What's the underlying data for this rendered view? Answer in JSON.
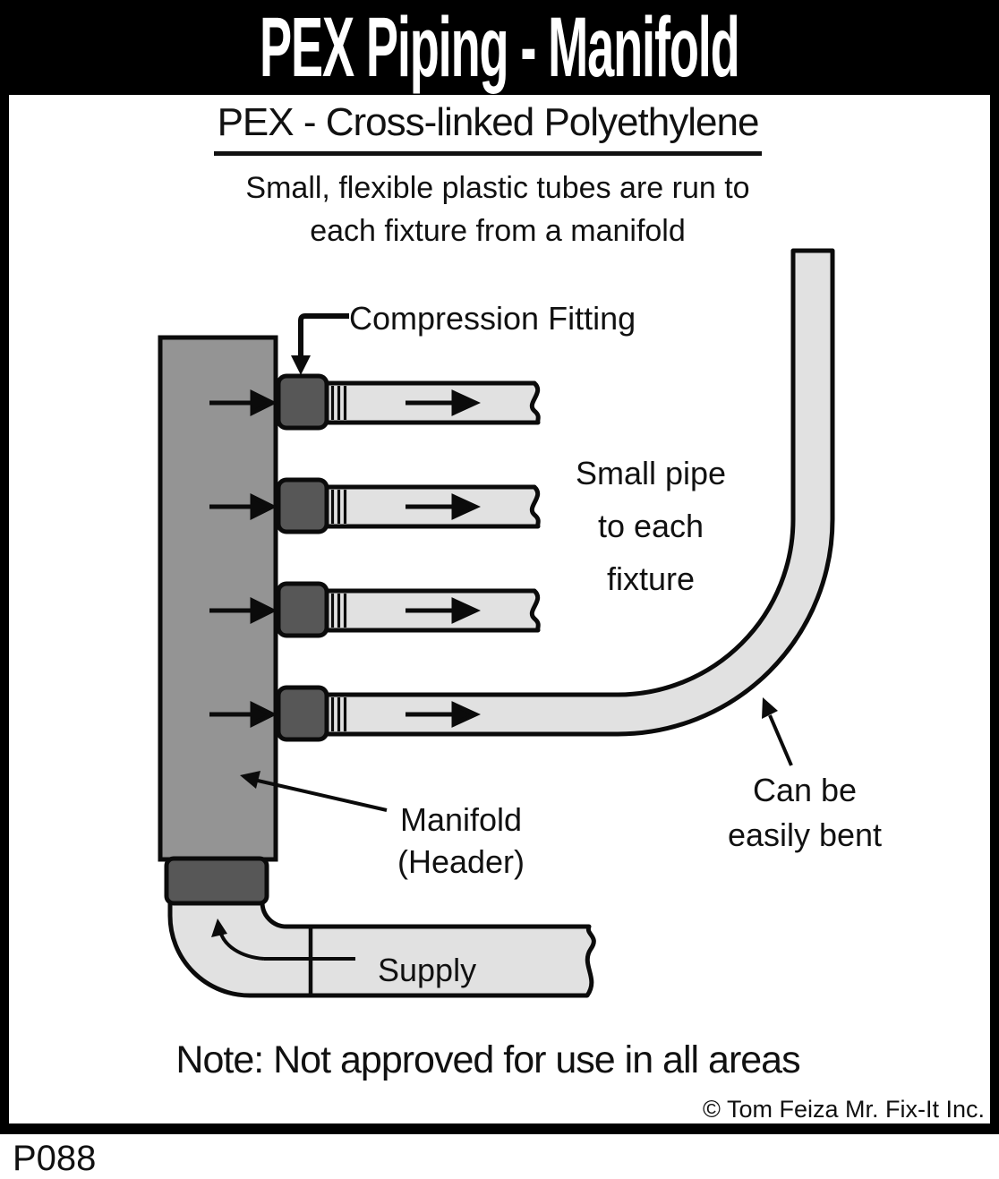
{
  "titlebar": {
    "title": "PEX Piping - Manifold"
  },
  "intro": {
    "heading": "PEX - Cross-linked Polyethylene",
    "line1": "Small, flexible plastic tubes are run to",
    "line2": "each fixture from a manifold"
  },
  "diagram_labels": {
    "compression_fitting": "Compression Fitting",
    "small_pipe": {
      "line1": "Small pipe",
      "line2": "to each",
      "line3": "fixture"
    },
    "bent": {
      "line1": "Can be",
      "line2": "easily bent"
    },
    "manifold": {
      "line1": "Manifold",
      "line2": "(Header)"
    },
    "supply": "Supply"
  },
  "footer": {
    "note": "Note: Not approved for use in all areas",
    "copyright": "© Tom Feiza Mr. Fix-It Inc.",
    "drawing_code": "P088"
  },
  "colors": {
    "titlebar_bg": "#000000",
    "title_text": "#ffffff",
    "manifold_fill": "#949494",
    "fitting_fill": "#575757",
    "pipe_fill": "#e1e1e1",
    "outline": "#0b0b0b"
  }
}
